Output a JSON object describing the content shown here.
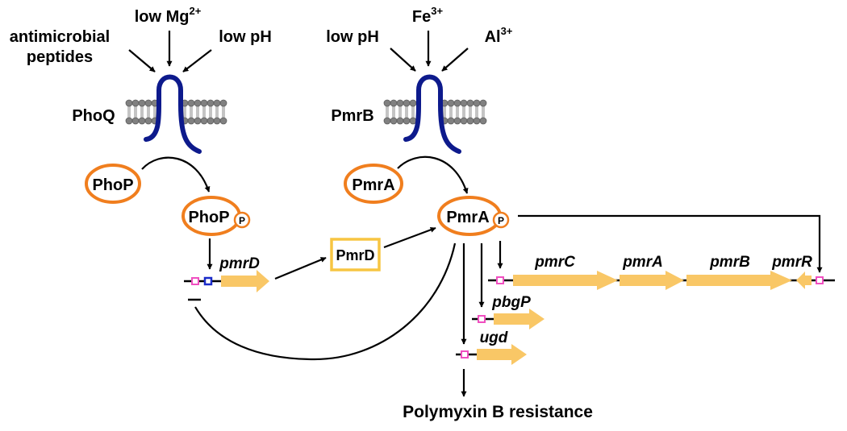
{
  "signals_phoq": {
    "antimicrobial": "antimicrobial",
    "peptides": "peptides",
    "low_mg": "low Mg",
    "mg_charge": "2+",
    "low_ph": "low pH"
  },
  "signals_pmrb": {
    "low_ph": "low pH",
    "fe": "Fe",
    "fe_charge": "3+",
    "al": "Al",
    "al_charge": "3+"
  },
  "sensors": {
    "phoq": "PhoQ",
    "pmrb": "PmrB"
  },
  "proteins": {
    "phop": "PhoP",
    "phop_p": "PhoP",
    "pmra": "PmrA",
    "pmra_p": "PmrA",
    "phospho": "P",
    "pmrd": "PmrD"
  },
  "genes": {
    "pmrD": "pmrD",
    "pmrC": "pmrC",
    "pmrA": "pmrA",
    "pmrB": "pmrB",
    "pmrR": "pmrR",
    "pbgP": "pbgP",
    "ugd": "ugd"
  },
  "output": "Polymyxin B resistance",
  "colors": {
    "protein_outline": "#F07E1E",
    "pmrd_box": "#F7C542",
    "gene_arrow": "#F9C766",
    "sensor": "#0D1A8C",
    "membrane_head": "#808080",
    "promoter_pink": "#F04FC0",
    "promoter_blue": "#1A2BC9"
  }
}
